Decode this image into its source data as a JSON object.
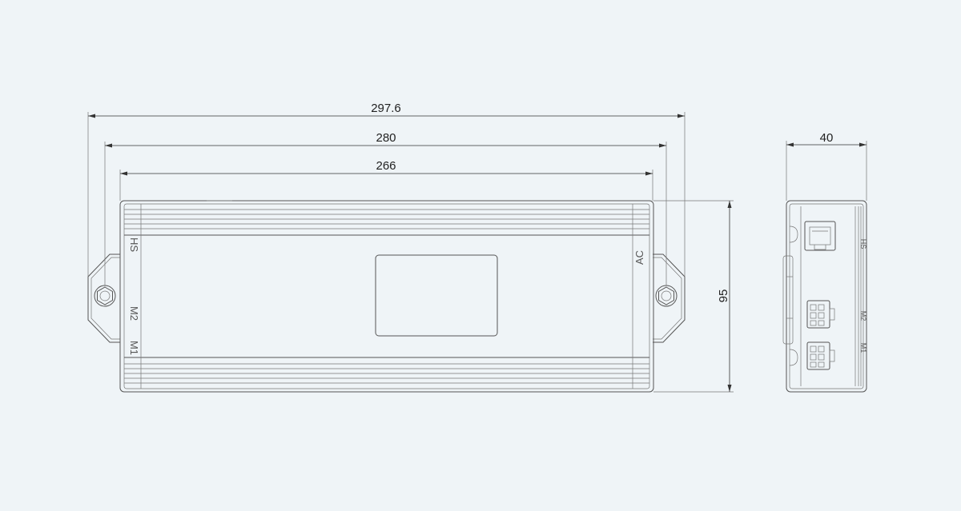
{
  "dimensions": {
    "overall_length": "297.6",
    "mount_length": "280",
    "body_length": "266",
    "height": "95",
    "width": "40"
  },
  "front_ports": {
    "hs": "HS",
    "m2": "M2",
    "m1": "M1",
    "ac": "AC"
  },
  "side_ports": {
    "hs": "HS",
    "m2": "M2",
    "m1": "M1"
  },
  "colors": {
    "background": "#eff4f7",
    "line": "#555555",
    "text": "#222222"
  }
}
